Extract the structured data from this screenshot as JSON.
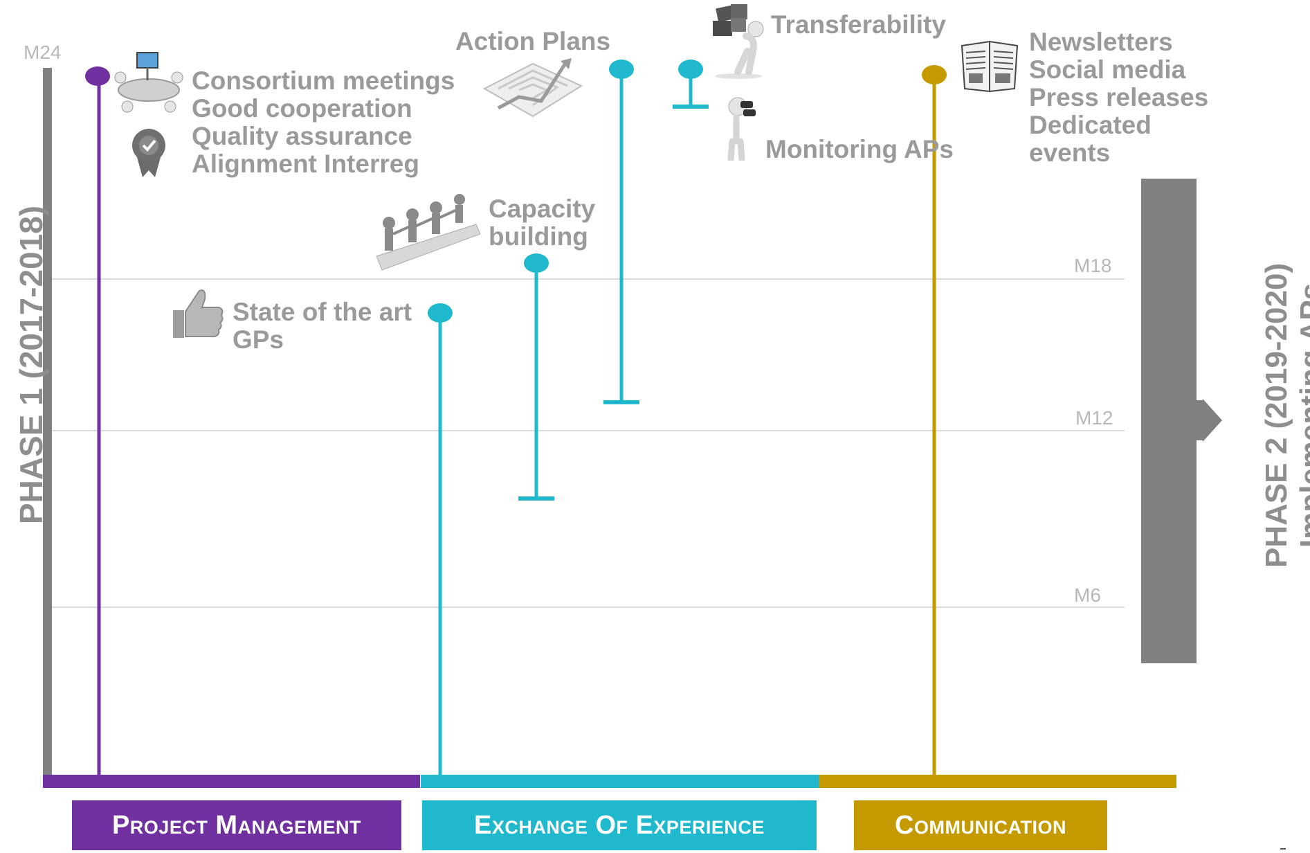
{
  "colors": {
    "project_management": "#7030a0",
    "exchange_of_experience": "#1fb8cd",
    "communication": "#c49a00",
    "axis_grey": "#808080",
    "label_grey": "#9a9a9a",
    "grid_grey": "#d9d9d9"
  },
  "timeline": {
    "top_label": "M24",
    "gridlines": [
      "M18",
      "M12",
      "M6"
    ]
  },
  "phase1": {
    "label": "PHASE 1 (2017-2018)"
  },
  "phase2": {
    "line1": "PHASE 2 (2019-2020)",
    "line2": "Implementing APs"
  },
  "categories": [
    {
      "label": "Project Management"
    },
    {
      "label": "Exchange Of Experience"
    },
    {
      "label": "Communication"
    }
  ],
  "activities": {
    "project_management": {
      "lines": [
        "Consortium meetings",
        "Good cooperation",
        "Quality assurance",
        "Alignment Interreg"
      ]
    },
    "state_of_art": {
      "lines": [
        "State of the art",
        "GPs"
      ]
    },
    "capacity": {
      "lines": [
        "Capacity",
        "building"
      ]
    },
    "action_plans": {
      "label": "Action Plans"
    },
    "transferability": {
      "label": "Transferability"
    },
    "monitoring": {
      "label": "Monitoring APs"
    },
    "communication": {
      "lines": [
        "Newsletters",
        "Social media",
        "Press releases",
        "Dedicated",
        "events"
      ]
    }
  },
  "icons": [
    "meeting-table-icon",
    "quality-badge-icon",
    "thumbs-up-icon",
    "puzzle-people-icon",
    "maze-arrow-icon",
    "carrying-boxes-icon",
    "binoculars-figure-icon",
    "newspaper-reader-icon"
  ]
}
